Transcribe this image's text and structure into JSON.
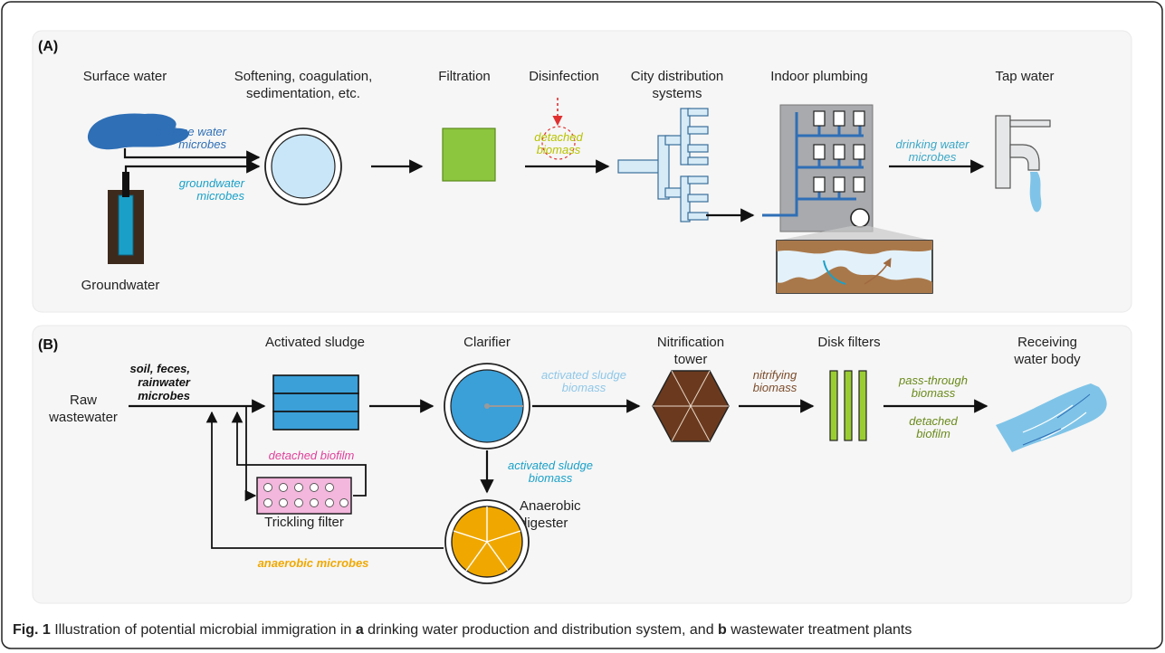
{
  "panel_a": {
    "tag": "(A)",
    "stages": {
      "surface_water": "Surface water",
      "softening_l1": "Softening, coagulation,",
      "softening_l2": "sedimentation, etc.",
      "filtration": "Filtration",
      "disinfection": "Disinfection",
      "city_l1": "City distribution",
      "city_l2": "systems",
      "indoor": "Indoor plumbing",
      "tap": "Tap water",
      "groundwater": "Groundwater"
    },
    "arrow_labels": {
      "surface_l1": "surface water",
      "surface_l2": "microbes",
      "ground_l1": "groundwater",
      "ground_l2": "microbes",
      "detached_l1": "detached",
      "detached_l2": "biomass",
      "drinking_l1": "drinking water",
      "drinking_l2": "microbes"
    }
  },
  "panel_b": {
    "tag": "(B)",
    "stages": {
      "raw_l1": "Raw",
      "raw_l2": "wastewater",
      "activated": "Activated sludge",
      "clarifier": "Clarifier",
      "nitrification_l1": "Nitrification",
      "nitrification_l2": "tower",
      "disk": "Disk filters",
      "receiving_l1": "Receiving",
      "receiving_l2": "water body",
      "trickling": "Trickling filter",
      "anaerobic_l1": "Anaerobic",
      "anaerobic_l2": "digester"
    },
    "arrow_labels": {
      "soil_l1": "soil, feces,",
      "soil_l2": "rainwater",
      "soil_l3": "microbes",
      "detached_biofilm": "detached biofilm",
      "as_biomass_l1": "activated sludge",
      "as_biomass_l2": "biomass",
      "as_biomass2_l1": "activated sludge",
      "as_biomass2_l2": "biomass",
      "nitrifying_l1": "nitrifying",
      "nitrifying_l2": "biomass",
      "pass_l1": "pass-through",
      "pass_l2": "biomass",
      "det_l1": "detached",
      "det_l2": "biofilm",
      "anaerobic_microbes": "anaerobic microbes"
    }
  },
  "caption": {
    "prefix": "Fig. 1",
    "t1": " Illustration of potential microbial immigration in ",
    "a": "a",
    "t2": " drinking water production and distribution system, and ",
    "b": "b",
    "t3": " wastewater treatment plants"
  },
  "colors": {
    "surface_blue": "#2f6fb6",
    "ground_cyan": "#1aa0c8",
    "filtration_green": "#8cc63f",
    "detached_yellow": "#b8c200",
    "pink": "#e0409a",
    "sludge_blue": "#3b9fd8",
    "brown": "#7b4b2a",
    "olive": "#6a8a1a",
    "orange": "#f0a800"
  }
}
